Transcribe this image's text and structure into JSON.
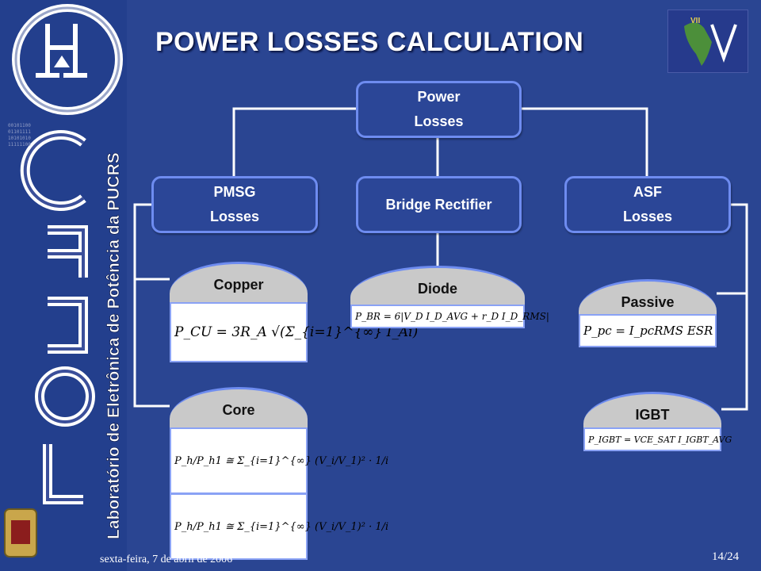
{
  "title": "POWER LOSSES CALCULATION",
  "side_text": "Laboratório de Eletrônica de Potência da PUCRS",
  "side_logo_text": "LEPUC",
  "nodes": {
    "root": {
      "line1": "Power",
      "line2": "Losses"
    },
    "pmsg": {
      "line1": "PMSG",
      "line2": "Losses"
    },
    "bridge": {
      "line1": "Bridge Rectifier"
    },
    "asf": {
      "line1": "ASF",
      "line2": "Losses"
    }
  },
  "leaves": {
    "copper": {
      "label": "Copper",
      "formula": "P_CU = 3R_A √(Σ_{i=1}^{∞} I_Ai)"
    },
    "core": {
      "label": "Core",
      "formula": "P_h/P_h1 ≅ Σ_{i=1}^{∞} (V_i/V_1)² · 1/i"
    },
    "diode": {
      "label": "Diode",
      "formula": "P_BR = 6|V_D I_D_AVG + r_D I_D_RMS|"
    },
    "passive": {
      "label": "Passive",
      "formula": "P_pc = I_pcRMS ESR"
    },
    "igbt": {
      "label": "IGBT",
      "formula": "P_IGBT = VCE_SAT I_IGBT_AVG"
    }
  },
  "footer": "sexta-feira, 7 de abril de 2006",
  "page_number": "14/24",
  "colors": {
    "background": "#2a4592",
    "box_border": "#6e8cf0",
    "leaf_cap": "#c9c9c9",
    "connector": "#ffffff"
  }
}
